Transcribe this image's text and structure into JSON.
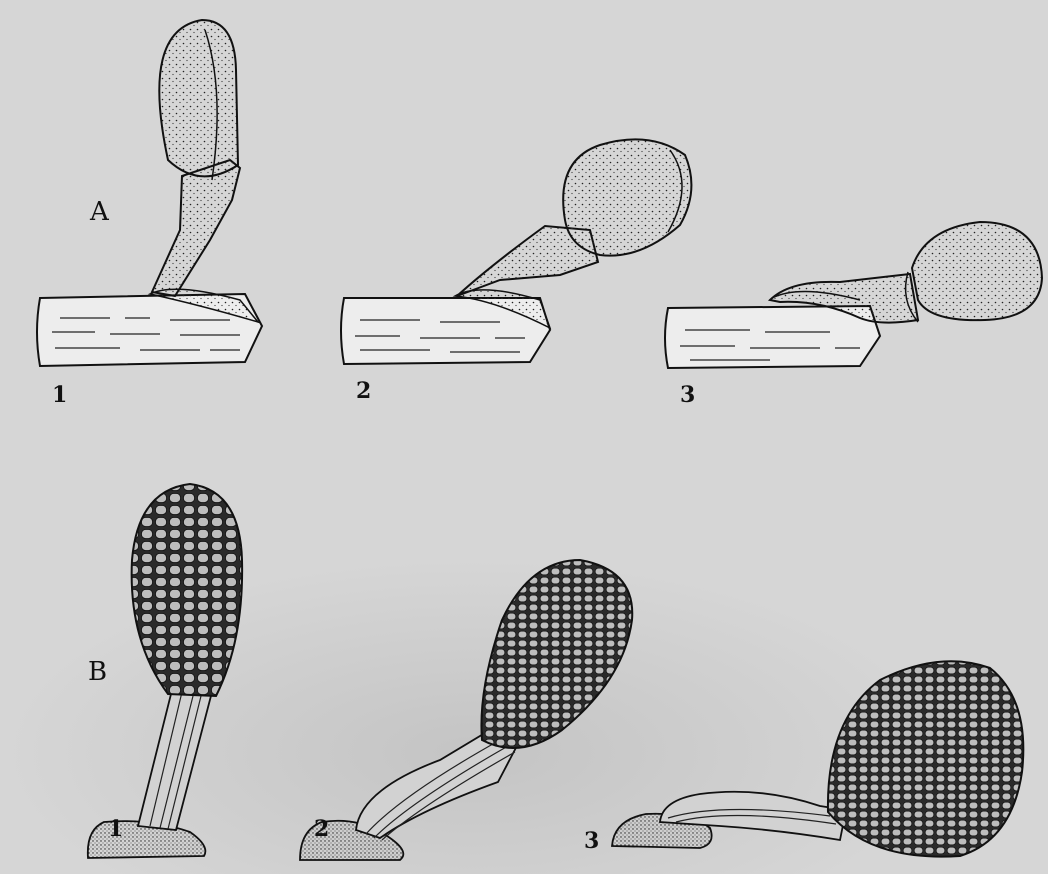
{
  "panels": {
    "A": {
      "label": "A",
      "stages": [
        "1",
        "2",
        "3"
      ]
    },
    "B": {
      "label": "B",
      "stages": [
        "1",
        "2",
        "3"
      ]
    }
  }
}
